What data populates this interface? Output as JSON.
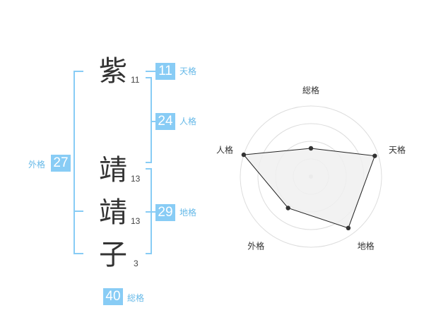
{
  "name_chars": [
    {
      "char": "紫",
      "strokes": "11"
    },
    {
      "char": "靖",
      "strokes": "13"
    },
    {
      "char": "靖",
      "strokes": "13"
    },
    {
      "char": "子",
      "strokes": "3"
    }
  ],
  "fortunes": {
    "tenkaku": {
      "label": "天格",
      "value": "11"
    },
    "jinkaku": {
      "label": "人格",
      "value": "24"
    },
    "chikaku": {
      "label": "地格",
      "value": "29"
    },
    "gaikaku": {
      "label": "外格",
      "value": "27"
    },
    "soukaku": {
      "label": "総格",
      "value": "40"
    }
  },
  "colors": {
    "accent": "#88ccf5",
    "label": "#66b9e8",
    "text": "#333333"
  },
  "chart_data": {
    "type": "radar",
    "axes": [
      "総格",
      "天格",
      "地格",
      "外格",
      "人格"
    ],
    "values": [
      0.4,
      0.95,
      0.9,
      0.55,
      1.0
    ],
    "rings": 4,
    "grid": true,
    "fill": "#f0f0f0",
    "line_color": "#222222"
  }
}
